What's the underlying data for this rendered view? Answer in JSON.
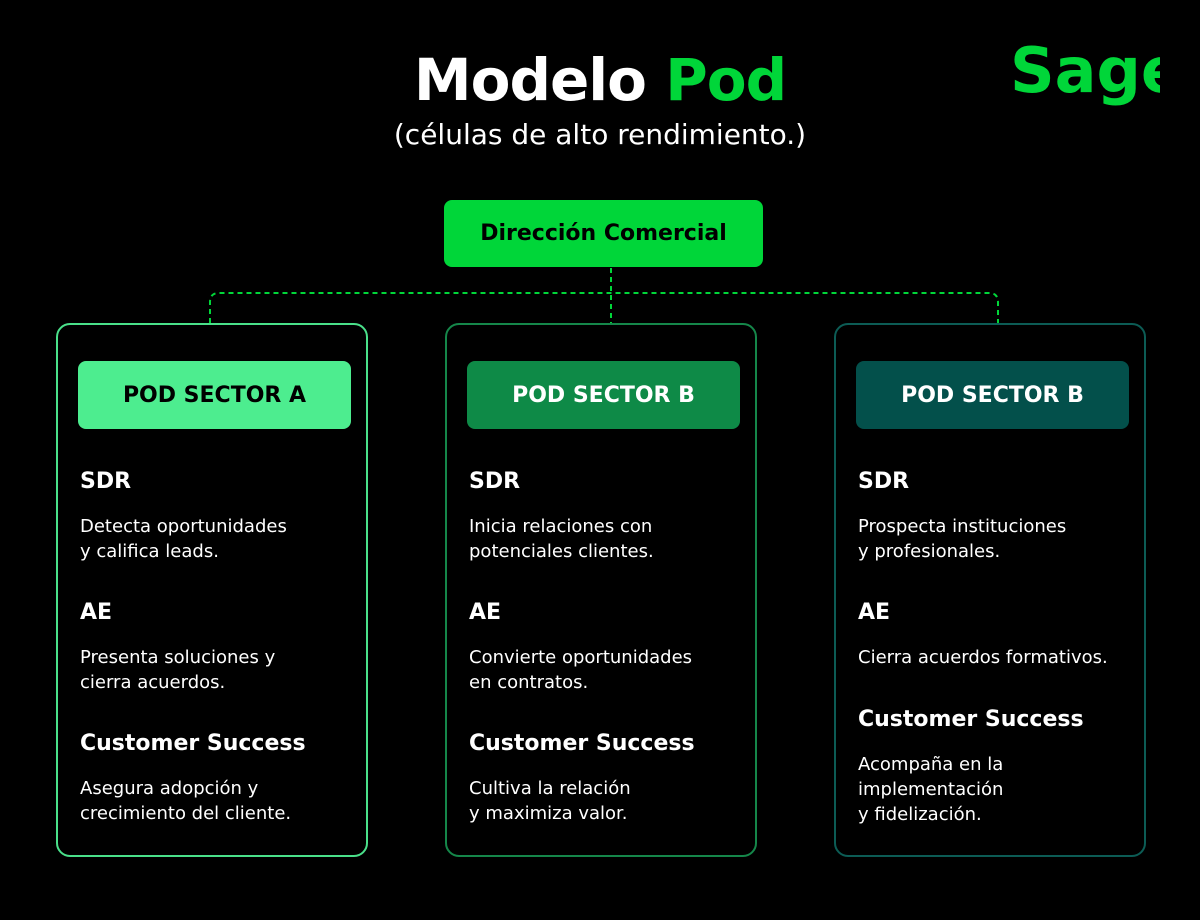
{
  "header": {
    "title_main": "Modelo",
    "title_accent": "Pod",
    "subtitle": "(células de alto rendimiento.)"
  },
  "logo": {
    "text": "Sage",
    "color": "#00d639"
  },
  "root_node": {
    "label": "Dirección Comercial",
    "color": "#00d639"
  },
  "pods": [
    {
      "label": "POD SECTOR A",
      "color": "#4ded8f",
      "roles": [
        {
          "title": "SDR",
          "description": "Detecta oportunidades\ny califica leads."
        },
        {
          "title": "AE",
          "description": "Presenta soluciones y\ncierra acuerdos."
        },
        {
          "title": "Customer Success",
          "description": "Asegura adopción y\ncrecimiento del cliente."
        }
      ]
    },
    {
      "label": "POD SECTOR B",
      "color": "#0e8a47",
      "roles": [
        {
          "title": "SDR",
          "description": "Inicia relaciones con\npotenciales clientes."
        },
        {
          "title": "AE",
          "description": "Convierte oportunidades\nen contratos."
        },
        {
          "title": "Customer Success",
          "description": "Cultiva la relación\ny maximiza valor."
        }
      ]
    },
    {
      "label": "POD SECTOR B",
      "color": "#03504b",
      "roles": [
        {
          "title": "SDR",
          "description": "Prospecta instituciones\ny profesionales."
        },
        {
          "title": "AE",
          "description": "Cierra acuerdos formativos."
        },
        {
          "title": "Customer Success",
          "description": "Acompaña en la\nimplementación\ny fidelización."
        }
      ]
    }
  ]
}
